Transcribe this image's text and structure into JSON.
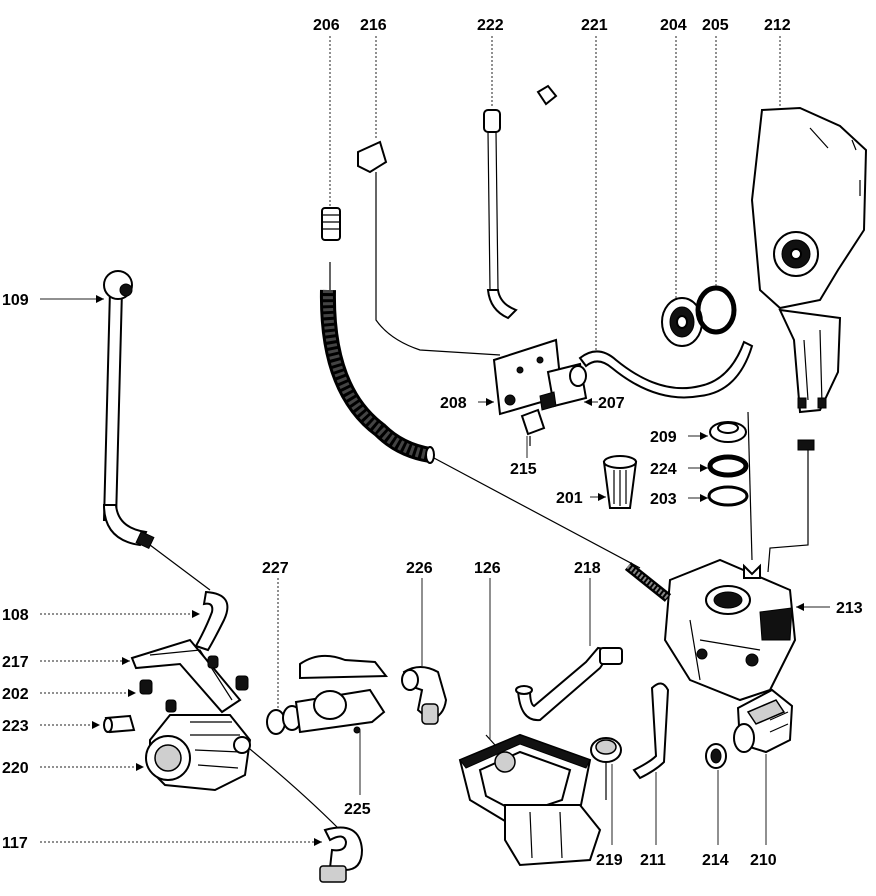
{
  "diagram": {
    "callouts": [
      {
        "id": "206",
        "text": "206"
      },
      {
        "id": "216",
        "text": "216"
      },
      {
        "id": "222",
        "text": "222"
      },
      {
        "id": "221",
        "text": "221"
      },
      {
        "id": "204",
        "text": "204"
      },
      {
        "id": "205",
        "text": "205"
      },
      {
        "id": "212",
        "text": "212"
      },
      {
        "id": "109",
        "text": "109"
      },
      {
        "id": "208",
        "text": "208"
      },
      {
        "id": "207",
        "text": "207"
      },
      {
        "id": "215",
        "text": "215"
      },
      {
        "id": "209",
        "text": "209"
      },
      {
        "id": "224",
        "text": "224"
      },
      {
        "id": "201",
        "text": "201"
      },
      {
        "id": "203",
        "text": "203"
      },
      {
        "id": "213",
        "text": "213"
      },
      {
        "id": "108",
        "text": "108"
      },
      {
        "id": "227",
        "text": "227"
      },
      {
        "id": "226",
        "text": "226"
      },
      {
        "id": "126",
        "text": "126"
      },
      {
        "id": "218",
        "text": "218"
      },
      {
        "id": "217",
        "text": "217"
      },
      {
        "id": "202",
        "text": "202"
      },
      {
        "id": "223",
        "text": "223"
      },
      {
        "id": "220",
        "text": "220"
      },
      {
        "id": "225",
        "text": "225"
      },
      {
        "id": "117",
        "text": "117"
      },
      {
        "id": "219",
        "text": "219"
      },
      {
        "id": "211",
        "text": "211"
      },
      {
        "id": "214",
        "text": "214"
      },
      {
        "id": "210",
        "text": "210"
      }
    ]
  }
}
